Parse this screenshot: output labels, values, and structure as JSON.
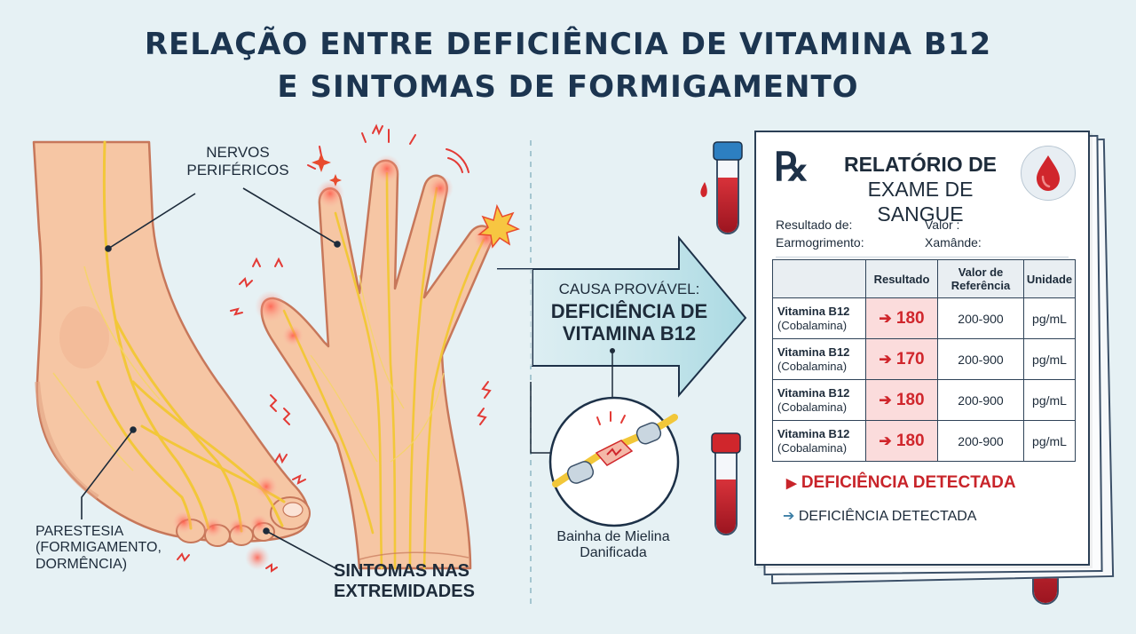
{
  "title": {
    "line1": "RELAÇÃO ENTRE DEFICIÊNCIA DE VITAMINA B12",
    "line2": "E SINTOMAS DE FORMIGAMENTO"
  },
  "labels": {
    "nerves": "NERVOS PERIFÉRICOS",
    "paresthesia": [
      "PARESTESIA",
      "(FORMIGAMENTO,",
      "DORMÊNCIA)"
    ],
    "extremities": [
      "SINTOMAS NAS",
      "EXTREMIDADES"
    ],
    "cause_small": "CAUSA PROVÁVEL:",
    "cause_big": [
      "DEFICIÊNCIA DE",
      "VITAMINA B12"
    ],
    "myelin": [
      "Bainha de Mielina",
      "Danificada"
    ]
  },
  "report": {
    "rx": "℞",
    "title_line1": "RELATÓRIO DE",
    "title_line2": "EXAME DE SANGUE",
    "fields": [
      {
        "left": "Resultado de:",
        "right": "Valor :"
      },
      {
        "left": "Earmogrimento:",
        "right": "Xamânde:"
      }
    ],
    "table": {
      "headers": [
        "",
        "Resultado",
        "Valor de Referência",
        "Unidade"
      ],
      "rows": [
        {
          "name": "Vitamina B12",
          "sub": "(Cobalamina)",
          "result": "180",
          "ref": "200-900",
          "unit": "pg/mL"
        },
        {
          "name": "Vitamina B12",
          "sub": "(Cobalamina)",
          "result": "170",
          "ref": "200-900",
          "unit": "pg/mL"
        },
        {
          "name": "Vitamina B12",
          "sub": "(Cobalamina)",
          "result": "180",
          "ref": "200-900",
          "unit": "pg/mL"
        },
        {
          "name": "Vitamina B12",
          "sub": "(Cobalamina)",
          "result": "180",
          "ref": "200-900",
          "unit": "pg/mL"
        }
      ]
    },
    "alert_main": "DEFICIÊNCIA DETECTADA",
    "alert_secondary": "DEFICIÊNCIA DETECTADA"
  },
  "colors": {
    "background": "#e6f1f4",
    "skin": "#f6c6a4",
    "skin_outline": "#c7775a",
    "nerve": "#f2c739",
    "alert_red": "#d0262c",
    "title_navy": "#1c3550",
    "arrow_teal": "#bfe3ea"
  }
}
